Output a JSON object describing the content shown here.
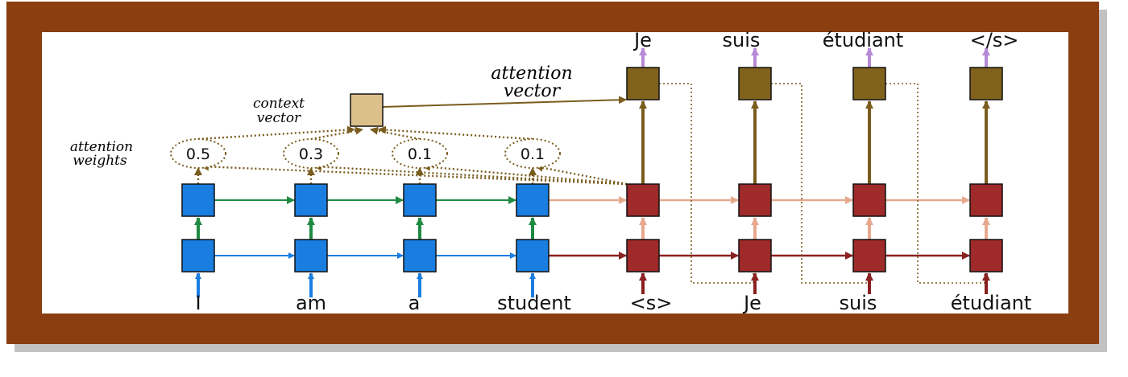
{
  "colors": {
    "frame": "#8B3E0F",
    "panel": "#ffffff",
    "encoder_cell": "#1a7de0",
    "decoder_cell": "#9e2a2a",
    "attention_cell": "#80621c",
    "context_cell": "#dcc08a",
    "encoder_bottom_arrow": "#1a7de0",
    "encoder_vertical_arrow": "#1f8a42",
    "encoder_top_arrow": "#1f8a42",
    "decoder_bottom_arrow": "#8a2020",
    "decoder_top_arrow": "#e6a98e",
    "attention_arrow": "#7a5d1e",
    "output_arrow": "#b78ad6"
  },
  "diagram": {
    "context_label": [
      "context",
      "vector"
    ],
    "attention_vector_label": [
      "attention",
      "vector"
    ],
    "attention_weights_label": [
      "attention",
      "weights"
    ],
    "attention_weights": [
      "0.5",
      "0.3",
      "0.1",
      "0.1"
    ],
    "source_tokens": [
      "I",
      "am",
      "a",
      "student"
    ],
    "decoder_inputs": [
      "<s>",
      "Je",
      "suis",
      "étudiant"
    ],
    "decoder_outputs": [
      "Je",
      "suis",
      "étudiant",
      "</s>"
    ]
  }
}
